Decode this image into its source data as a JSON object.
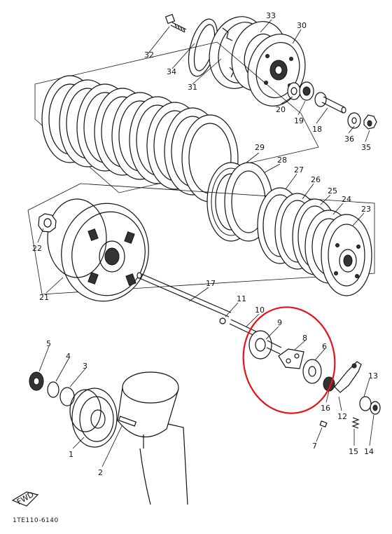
{
  "callouts": {
    "c1": "1",
    "c2": "2",
    "c3": "3",
    "c4": "4",
    "c5": "5",
    "c6": "6",
    "c7": "7",
    "c8": "8",
    "c9": "9",
    "c10": "10",
    "c11": "11",
    "c12": "12",
    "c13": "13",
    "c14": "14",
    "c15": "15",
    "c16": "16",
    "c17": "17",
    "c18": "18",
    "c19": "19",
    "c20": "20",
    "c21": "21",
    "c22": "22",
    "c23": "23",
    "c24": "24",
    "c25": "25",
    "c26": "26",
    "c27": "27",
    "c28": "28",
    "c29": "29",
    "c30": "30",
    "c31": "31",
    "c32": "32",
    "c33": "33",
    "c34": "34",
    "c35": "35",
    "c36": "36"
  },
  "fwd_label": "FWD",
  "diagram_code": "1TE110-6140",
  "highlight_color": "#e8101a"
}
